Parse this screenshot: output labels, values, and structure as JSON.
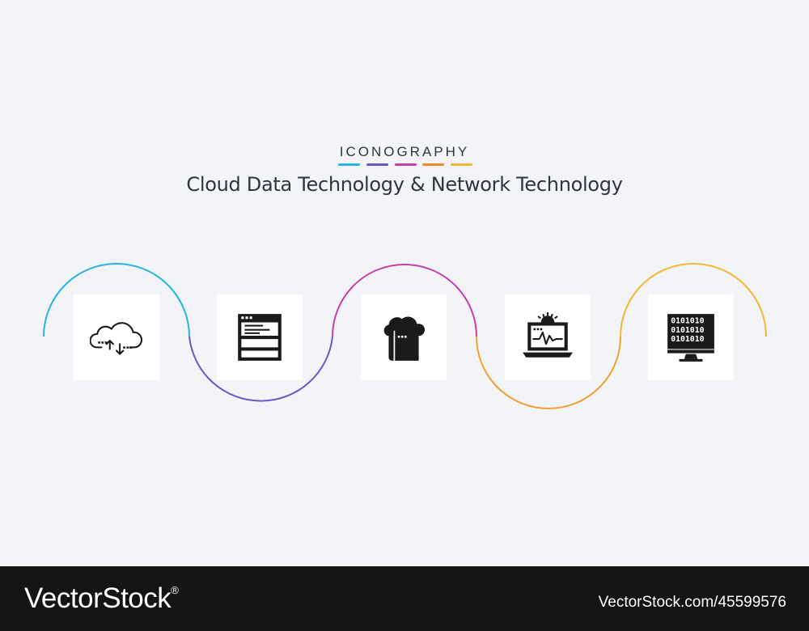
{
  "header": {
    "kicker": "ICONOGRAPHY",
    "title": "Cloud Data Technology & Network Technology",
    "swatch_colors": [
      "#29b3e6",
      "#6c55c9",
      "#c93cab",
      "#f2872c",
      "#f5b733"
    ]
  },
  "connector": {
    "colors": [
      "#29b3e6",
      "#6c55c9",
      "#c93cab",
      "#f2a033",
      "#f5b733"
    ]
  },
  "icons": [
    {
      "name": "cloud-data-sync-icon"
    },
    {
      "name": "browser-window-icon"
    },
    {
      "name": "cloud-book-icon"
    },
    {
      "name": "laptop-monitoring-icon"
    },
    {
      "name": "binary-monitor-icon"
    }
  ],
  "footer": {
    "brand": "VectorStock",
    "registered": "®",
    "stock_id": "VectorStock.com/45599576"
  }
}
